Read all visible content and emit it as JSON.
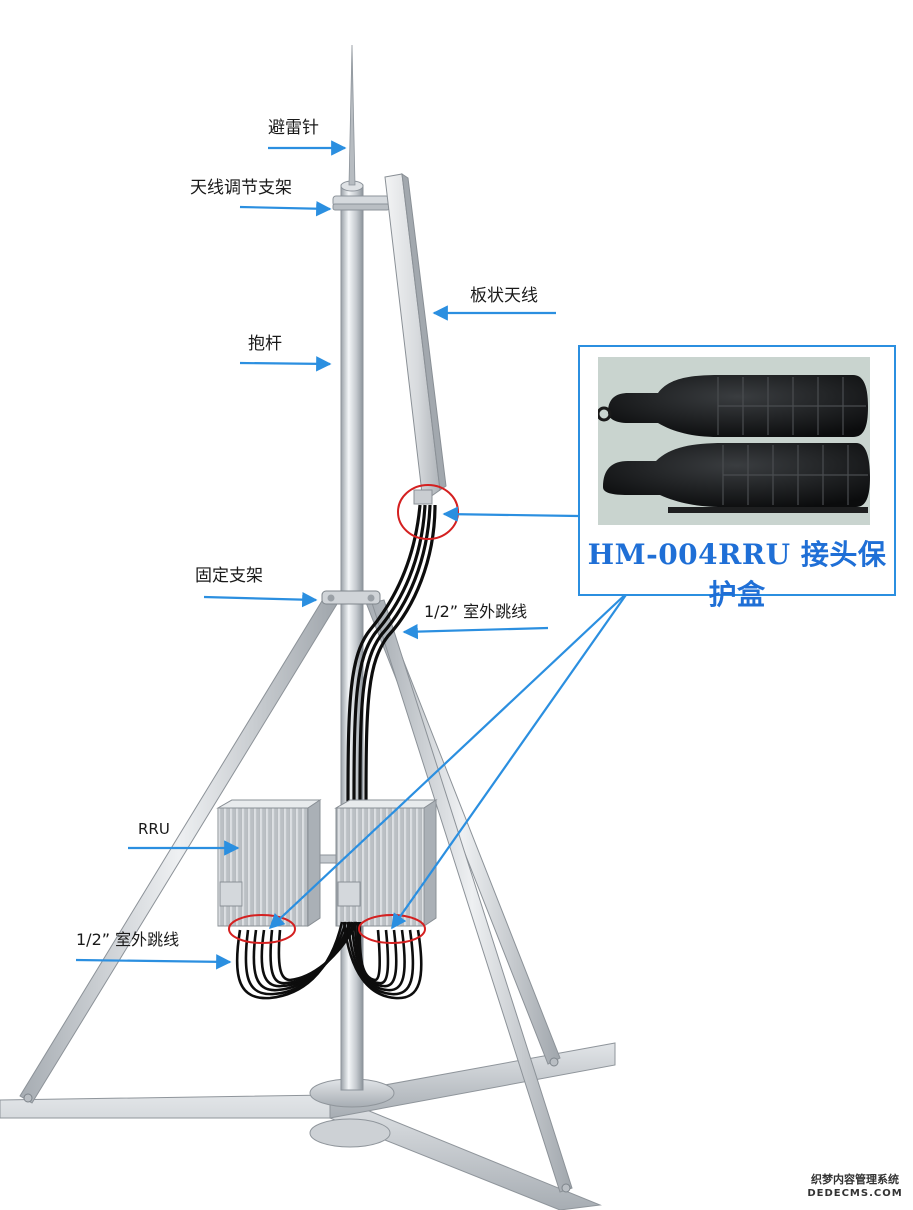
{
  "labels": {
    "lightning_rod": "避雷针",
    "antenna_bracket": "天线调节支架",
    "panel_antenna": "板状天线",
    "pole": "抱杆",
    "fixing_bracket": "固定支架",
    "jumper_upper": "1/2” 室外跳线",
    "rru": "RRU",
    "jumper_lower": "1/2” 室外跳线"
  },
  "inset": {
    "caption": "HM-004RRU 接头保护盒"
  },
  "watermark": {
    "line1": "织梦内容管理系统",
    "line2": "DEDECMS.COM"
  },
  "colors": {
    "arrow": "#2b8fe0",
    "highlight_circle": "#d42020",
    "caption": "#1f6fd6",
    "metal": "#c9ced4",
    "cable": "#0d0d0d"
  }
}
